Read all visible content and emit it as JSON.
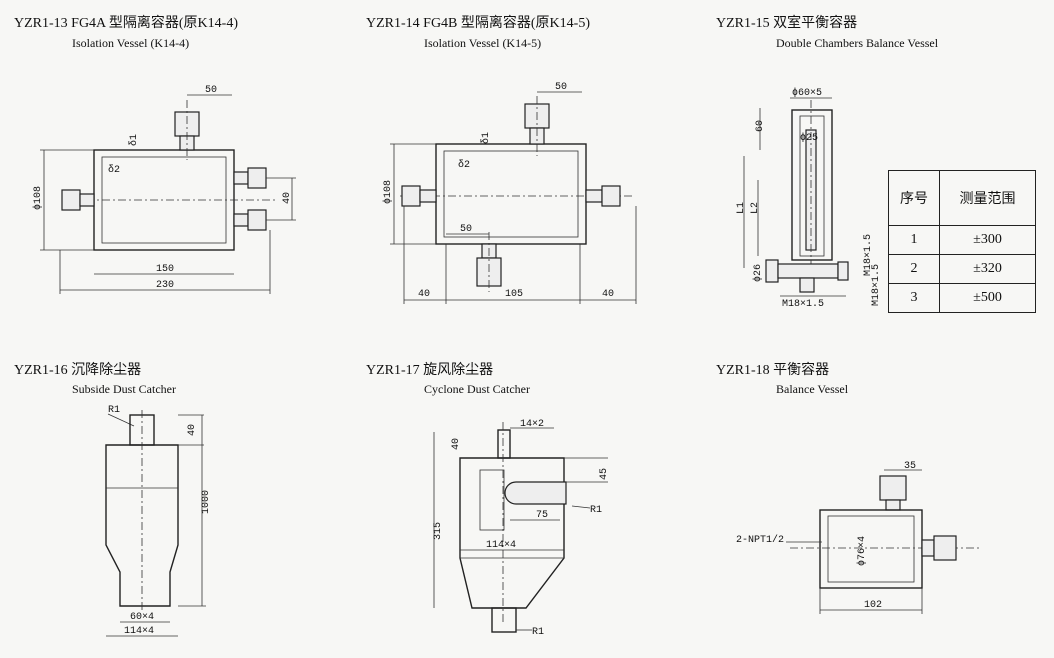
{
  "p13": {
    "code": "YZR1-13 FG4A 型隔离容器(原K14-4)",
    "en": "Isolation Vessel (K14-4)",
    "d_top": "50",
    "d_d1": "δ1",
    "d_d2": "δ2",
    "d_phi": "ϕ108",
    "d_40": "40",
    "d_150": "150",
    "d_230": "230"
  },
  "p14": {
    "code": "YZR1-14 FG4B 型隔离容器(原K14-5)",
    "en": "Isolation Vessel (K14-5)",
    "d_top": "50",
    "d_d1": "δ1",
    "d_d2": "δ2",
    "d_phi": "ϕ108",
    "d_50b": "50",
    "d_l40": "40",
    "d_105": "105",
    "d_r40": "40"
  },
  "p15": {
    "code": "YZR1-15 双室平衡容器",
    "en": "Double Chambers Balance Vessel",
    "d_top": "ϕ60×5",
    "d_60": "60",
    "d_phi25": "ϕ25",
    "d_L1": "L1",
    "d_L2": "L2",
    "d_phi26": "ϕ26",
    "d_m18v": "M18×1.5",
    "d_m18b": "M18×1.5",
    "d_m18r": "M18×1.5"
  },
  "table": {
    "header": [
      "序号",
      "测量范围"
    ],
    "rows": [
      [
        "1",
        "±300"
      ],
      [
        "2",
        "±320"
      ],
      [
        "3",
        "±500"
      ]
    ]
  },
  "p16": {
    "code": "YZR1-16 沉降除尘器",
    "en": "Subside Dust Catcher",
    "d_r1": "R1",
    "d_40": "40",
    "d_1000": "1000",
    "d_60": "60×4",
    "d_114": "114×4"
  },
  "p17": {
    "code": "YZR1-17 旋风除尘器",
    "en": "Cyclone Dust Catcher",
    "d_14": "14×2",
    "d_40": "40",
    "d_45": "45",
    "d_r1a": "R1",
    "d_75": "75",
    "d_315": "315",
    "d_114": "114×4",
    "d_r1b": "R1"
  },
  "p18": {
    "code": "YZR1-18 平衡容器",
    "en": "Balance Vessel",
    "d_35": "35",
    "d_npt": "2-NPT1/2",
    "d_phi76": "ϕ76×4",
    "d_102": "102"
  }
}
